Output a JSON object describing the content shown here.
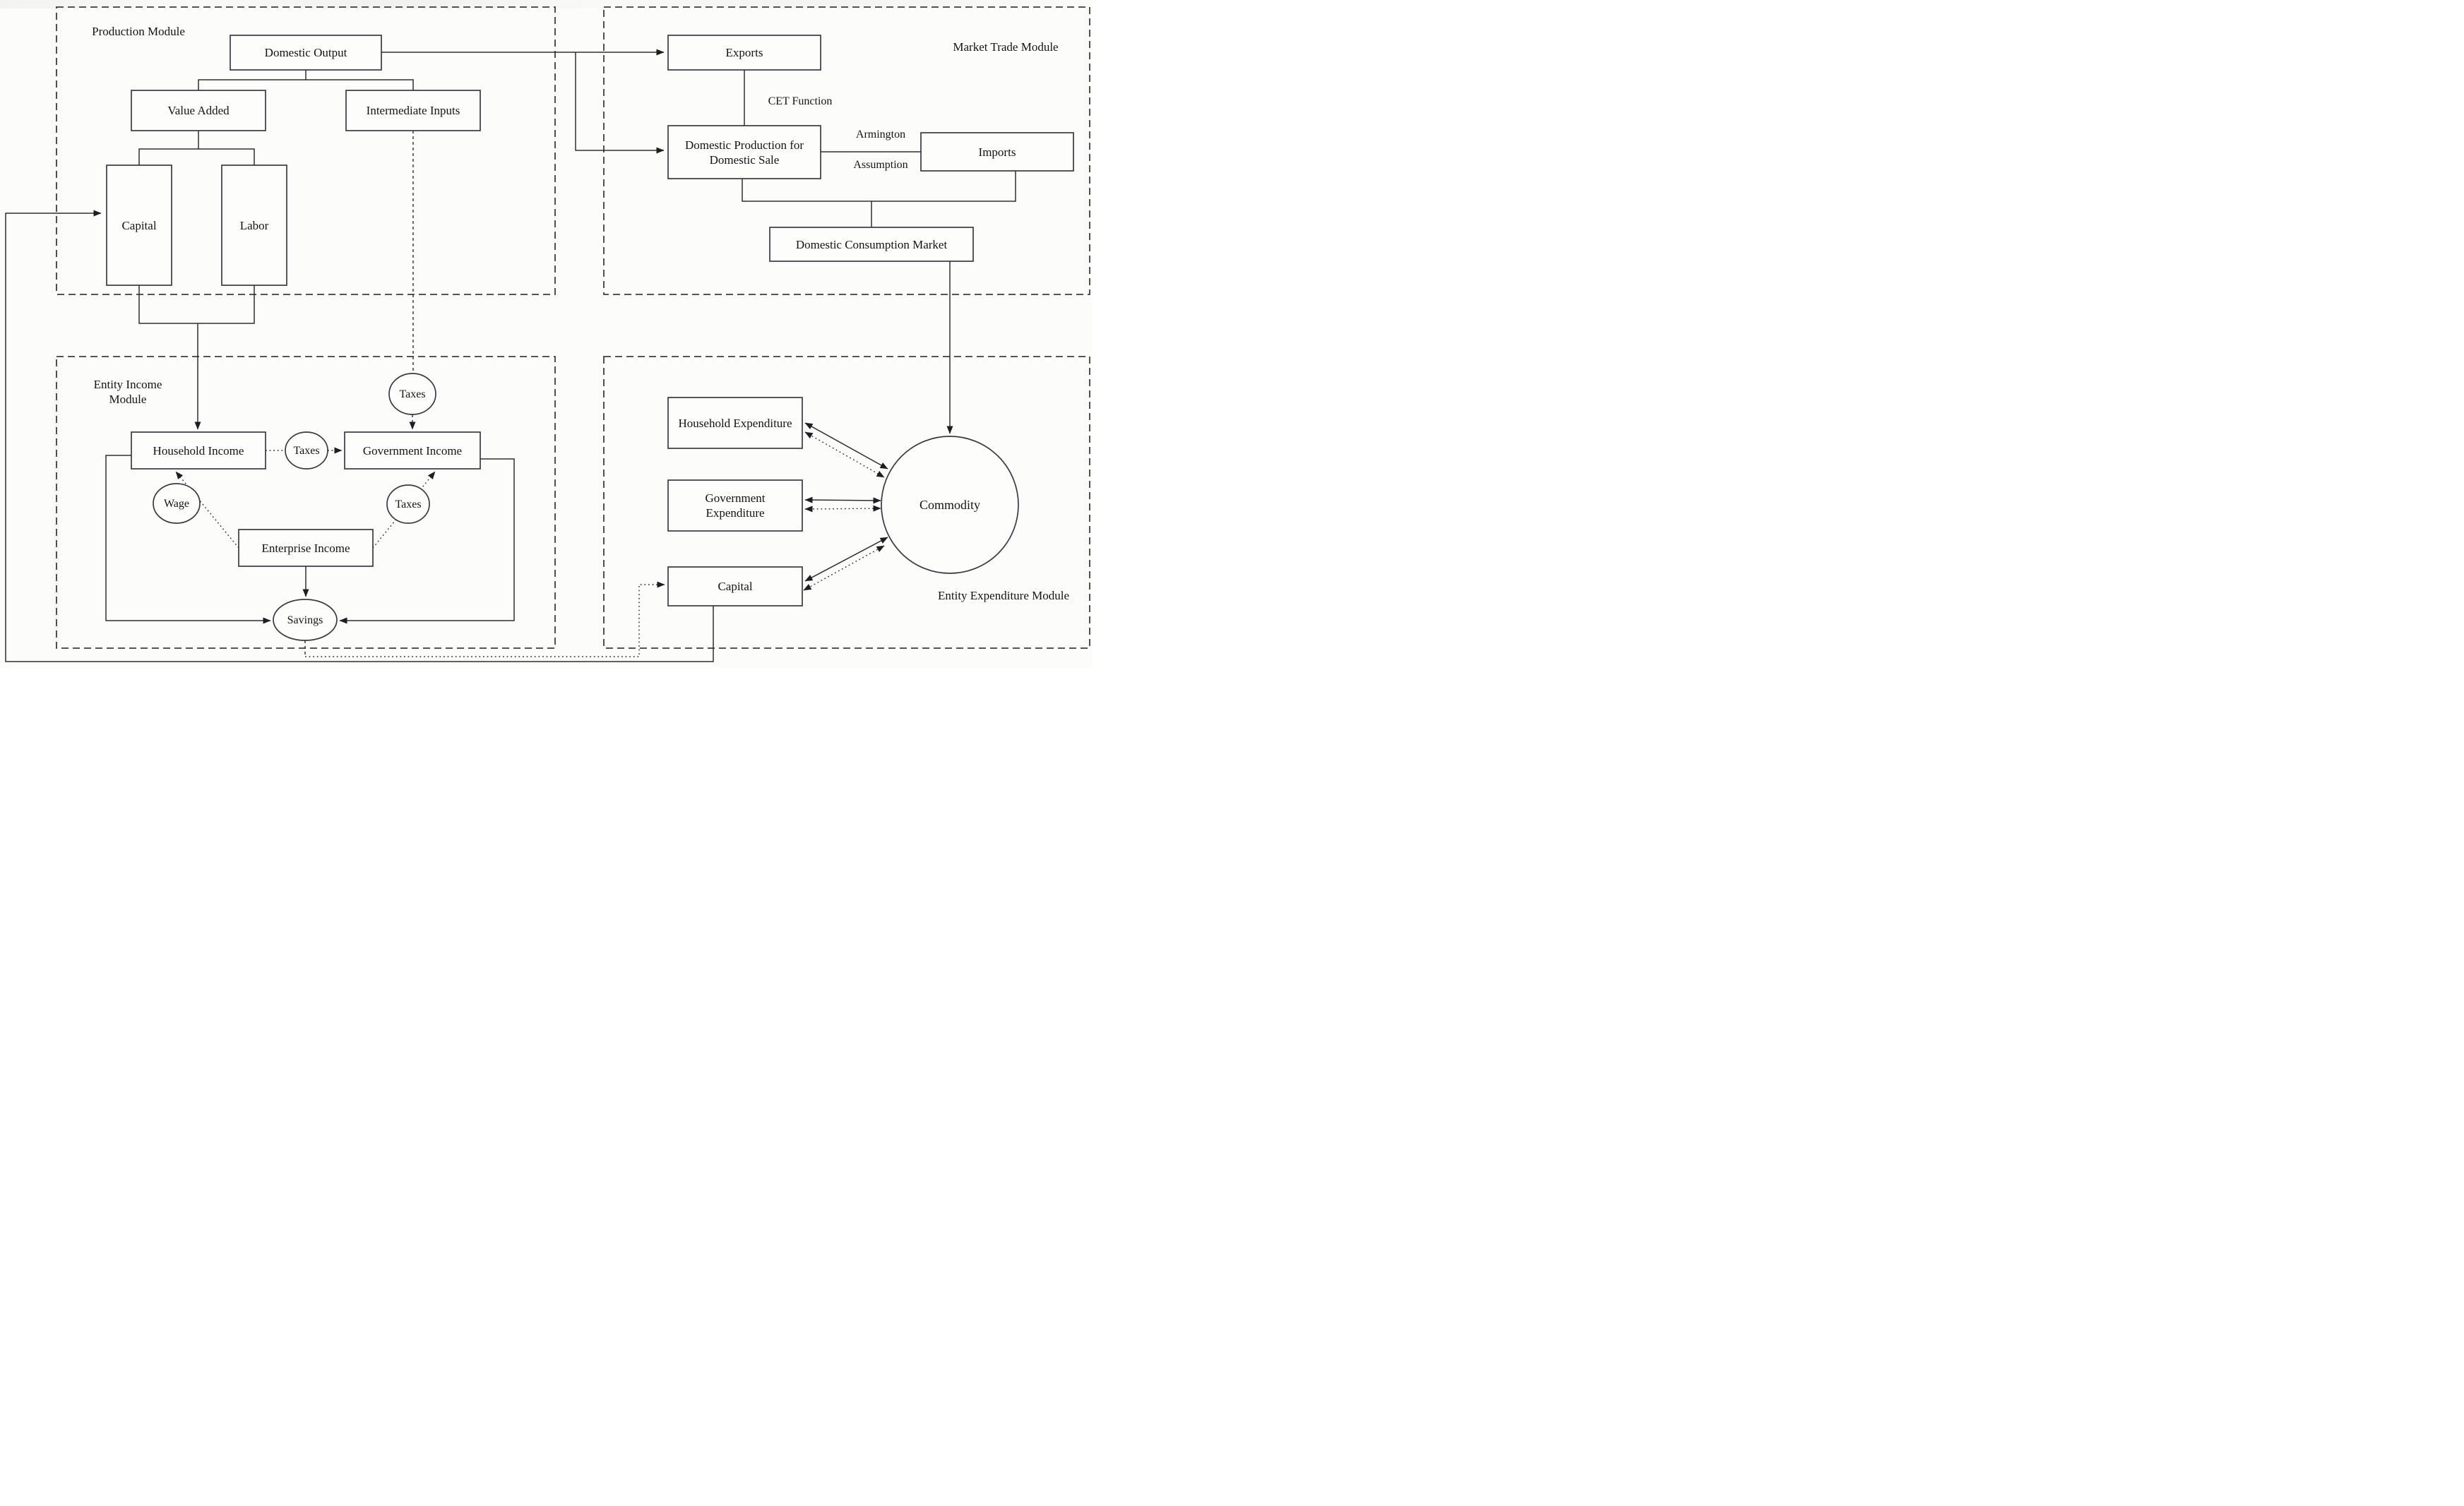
{
  "figure": {
    "background": "#fcfcfa",
    "line_color": "#2e2e33",
    "box_border_color": "#3a3a44",
    "text_color": "#141414"
  },
  "modules": {
    "production": {
      "label": "Production Module"
    },
    "market_trade": {
      "label": "Market Trade Module"
    },
    "entity_income": {
      "label_line1": "Entity Income",
      "label_line2": "Module"
    },
    "entity_expenditure": {
      "label": "Entity Expenditure Module"
    }
  },
  "nodes": {
    "domestic_output": {
      "label": "Domestic Output"
    },
    "value_added": {
      "label": "Value Added"
    },
    "intermediate_inputs": {
      "label": "Intermediate Inputs"
    },
    "capital_production": {
      "label": "Capital"
    },
    "labor": {
      "label": "Labor"
    },
    "exports": {
      "label": "Exports"
    },
    "domestic_production": {
      "label_line1": "Domestic Production for",
      "label_line2": "Domestic Sale"
    },
    "imports": {
      "label": "Imports"
    },
    "domestic_consumption_market": {
      "label": "Domestic Consumption Market"
    },
    "household_income": {
      "label": "Household Income"
    },
    "government_income": {
      "label": "Government Income"
    },
    "enterprise_income": {
      "label": "Enterprise Income"
    },
    "savings": {
      "label": "Savings"
    },
    "taxes_top": {
      "label": "Taxes"
    },
    "taxes_mid": {
      "label": "Taxes"
    },
    "taxes_right": {
      "label": "Taxes"
    },
    "wage": {
      "label": "Wage"
    },
    "household_expenditure": {
      "label": "Household Expenditure"
    },
    "government_expenditure": {
      "label_line1": "Government",
      "label_line2": "Expenditure"
    },
    "capital_expenditure": {
      "label": "Capital"
    },
    "commodity": {
      "label": "Commodity"
    }
  },
  "edge_labels": {
    "cet_function": "CET Function",
    "armington": "Armington",
    "assumption": "Assumption"
  }
}
